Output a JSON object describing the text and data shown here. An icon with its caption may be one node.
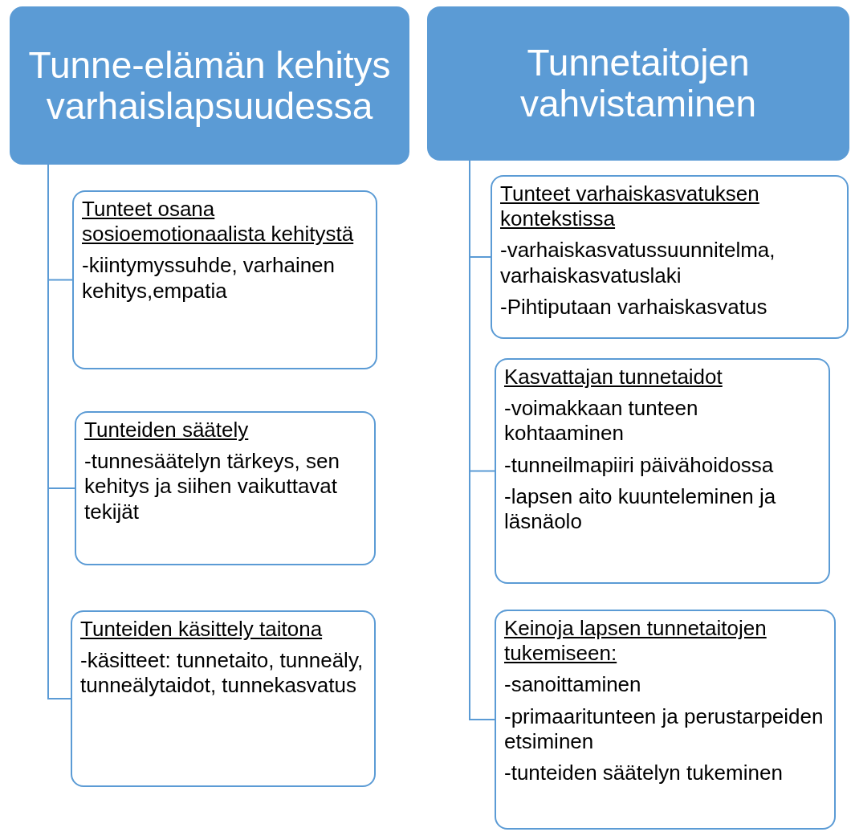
{
  "diagram": {
    "nodes": [
      {
        "text": [
          "Tunne-elämän kehitys varhaislapsuudessa"
        ]
      },
      {
        "text": [
          "Tunteet osana sosioemotionaalista kehitystä",
          "-kiintymyssuhde, varhainen kehitys,empatia"
        ]
      },
      {
        "text": [
          "Tunteiden säätely",
          "-tunnesäätelyn tärkeys, sen kehitys ja siihen vaikuttavat tekijät"
        ]
      },
      {
        "text": [
          "Tunteiden käsittely taitona",
          "-käsitteet: tunnetaito, tunneäly, tunneälytaidot, tunnekasvatus"
        ]
      },
      {
        "text": [
          "Tunnetaitojen vahvistaminen"
        ]
      },
      {
        "text": [
          "Tunteet varhaiskasvatuksen kontekstissa",
          "-varhaiskasvatussuunnitelma, varhaiskasvatuslaki",
          "-Pihtiputaan varhaiskasvatus"
        ]
      },
      {
        "text": [
          "Kasvattajan tunnetaidot",
          "-voimakkaan tunteen kohtaaminen",
          "-tunneilmapiiri päivähoidossa",
          "-lapsen aito kuunteleminen ja läsnäolo"
        ]
      },
      {
        "text": [
          "Keinoja lapsen tunnetaitojen tukemiseen:",
          "-sanoittaminen",
          "-primaaritunteen ja perustarpeiden etsiminen",
          "-tunteiden säätelyn tukeminen"
        ]
      }
    ],
    "edges": [
      {
        "from": 0,
        "to": 1,
        "arrow": "none"
      },
      {
        "from": 0,
        "to": 2,
        "arrow": "none"
      },
      {
        "from": 0,
        "to": 3,
        "arrow": "none"
      },
      {
        "from": 4,
        "to": 5,
        "arrow": "none"
      },
      {
        "from": 4,
        "to": 6,
        "arrow": "none"
      },
      {
        "from": 4,
        "to": 7,
        "arrow": "none"
      }
    ]
  }
}
